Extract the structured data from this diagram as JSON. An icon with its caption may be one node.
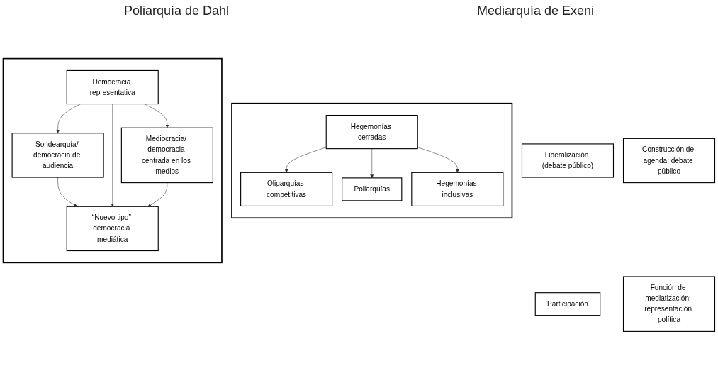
{
  "diagram": {
    "nodes": [
      {
        "text": [
          "Liberalización (debate público)"
        ]
      },
      {
        "text": [],
        "shape": "box"
      },
      {
        "text": [
          "Oligarquías competitivas"
        ],
        "in": 1
      },
      {
        "text": [
          "Poliarquías"
        ],
        "in": 1
      },
      {
        "text": [
          "Hegemonías cerradas"
        ],
        "in": 1
      },
      {
        "text": [
          "Hegemonías inclusivas"
        ],
        "in": 1
      },
      {
        "text": [
          "Participación"
        ]
      },
      {
        "text": [
          "Construcción de agenda: debate público"
        ]
      },
      {
        "text": [],
        "shape": "box"
      },
      {
        "text": [
          "Sondearquía/ democracia de audiencia"
        ],
        "in": 8
      },
      {
        "text": [
          "“Nuevo tipo” democracia mediática"
        ],
        "in": 8
      },
      {
        "text": [
          "Democracia representativa"
        ],
        "in": 8
      },
      {
        "text": [
          "Mediocracia/ democracia centrada en los medios"
        ],
        "in": 8
      },
      {
        "text": [
          "Función de mediatización: representación política"
        ]
      }
    ],
    "edges": [
      {
        "from": 4,
        "to": 2,
        "arrow": "to"
      },
      {
        "from": 4,
        "to": 3,
        "arrow": "to"
      },
      {
        "from": 4,
        "to": 5,
        "arrow": "to"
      },
      {
        "from": 9,
        "to": 10,
        "arrow": "to"
      },
      {
        "from": 11,
        "to": 9,
        "arrow": "to"
      },
      {
        "from": 11,
        "to": 10,
        "arrow": "to"
      },
      {
        "from": 11,
        "to": 12,
        "arrow": "to"
      },
      {
        "from": 12,
        "to": 10,
        "arrow": "to"
      }
    ],
    "labels": [
      "Poliarquía de Dahl",
      "Mediarquía de Exeni"
    ]
  }
}
